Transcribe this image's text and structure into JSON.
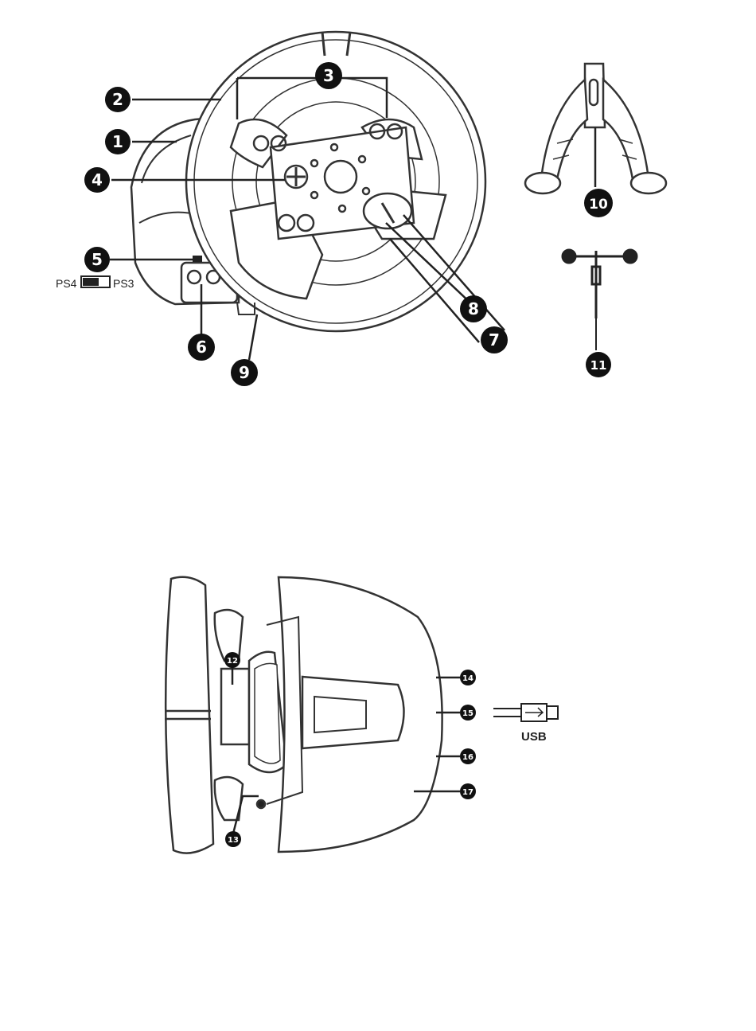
{
  "colors": {
    "ink": "#1a1a1a",
    "line": "#333333",
    "fill": "#ffffff"
  },
  "callouts": {
    "c1": "1",
    "c2": "2",
    "c3": "3",
    "c4": "4",
    "c5": "5",
    "c6": "6",
    "c7": "7",
    "c8": "8",
    "c9": "9",
    "c10": "10",
    "c11": "11",
    "c12": "12",
    "c13": "13",
    "c14": "14",
    "c15": "15",
    "c16": "16",
    "c17": "17"
  },
  "labels": {
    "ps4": "PS4",
    "ps3": "PS3",
    "usb": "USB"
  },
  "icons": {
    "usb": "usb-plug-icon",
    "dpad": "dpad-icon"
  }
}
